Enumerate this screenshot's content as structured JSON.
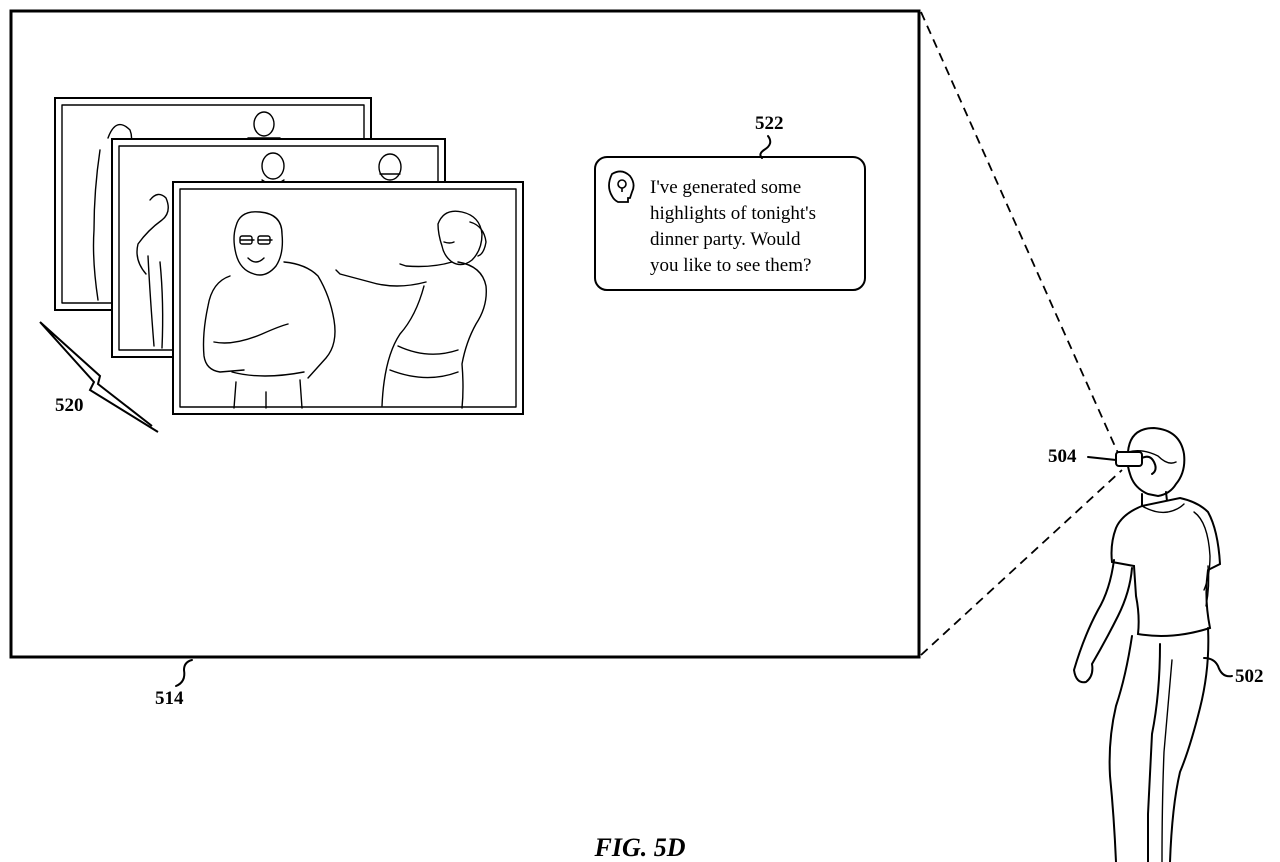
{
  "references": {
    "display": "514",
    "highlights_stack": "520",
    "notification": "522",
    "user": "502",
    "headset": "504"
  },
  "notification": {
    "icon": "assistant-head-icon",
    "lines": [
      "I've generated some",
      "highlights of tonight's",
      "dinner party. Would",
      "you like to see them?"
    ]
  },
  "caption": "FIG. 5D"
}
